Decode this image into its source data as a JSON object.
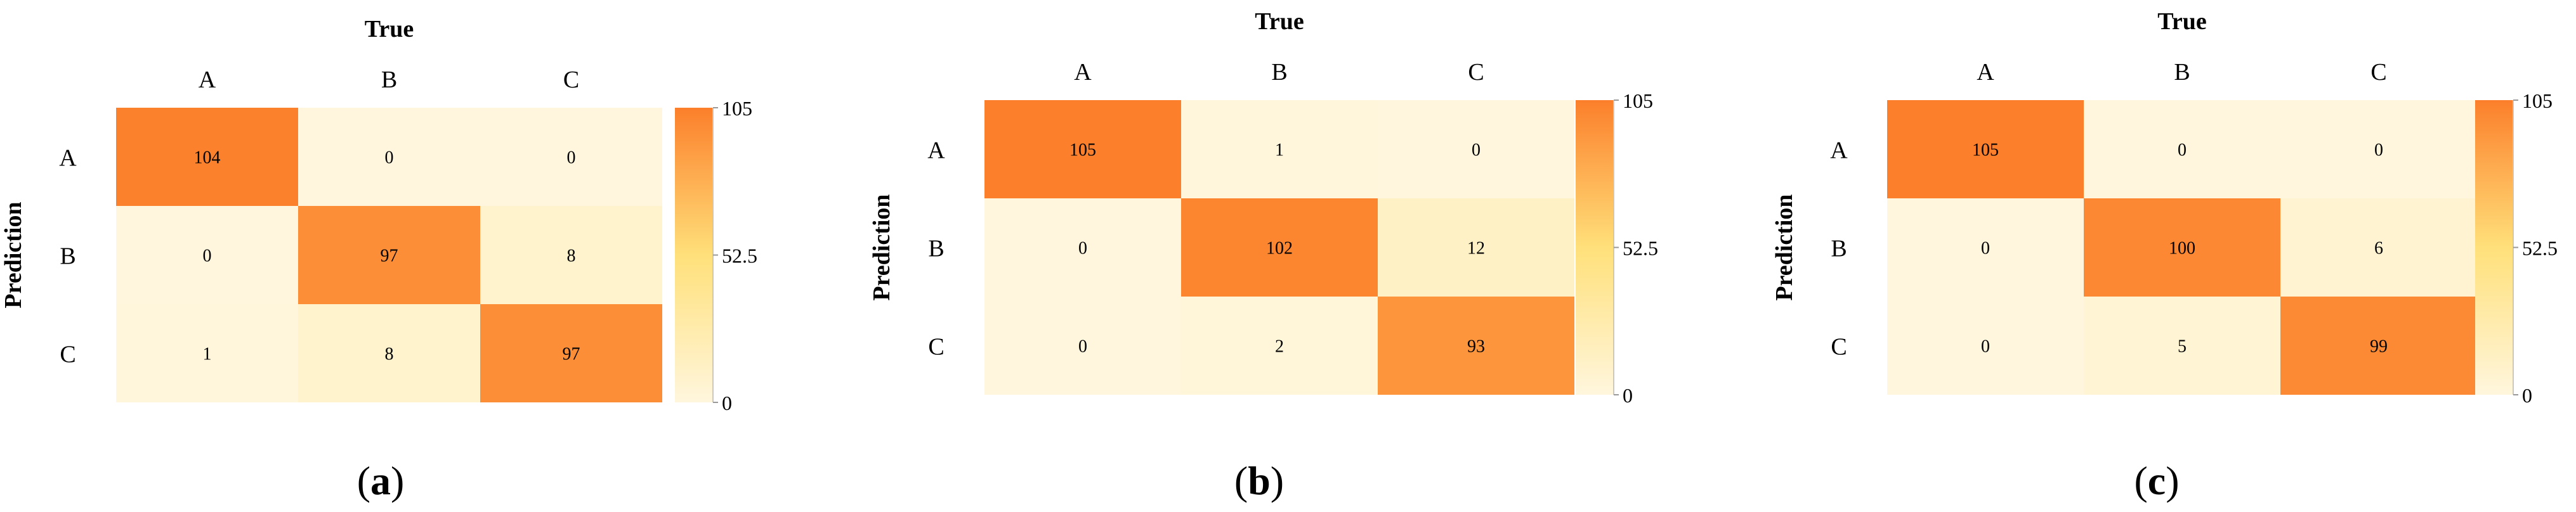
{
  "chart_data": [
    {
      "type": "heatmap",
      "panel_label": "a",
      "xlabel": "True",
      "ylabel": "Prediction",
      "x_categories": [
        "A",
        "B",
        "C"
      ],
      "y_categories": [
        "A",
        "B",
        "C"
      ],
      "values": [
        [
          104,
          0,
          0
        ],
        [
          0,
          97,
          8
        ],
        [
          1,
          8,
          97
        ]
      ],
      "colorbar": {
        "min": 0,
        "max": 105,
        "ticks": [
          "105",
          "52.5",
          "0"
        ]
      }
    },
    {
      "type": "heatmap",
      "panel_label": "b",
      "xlabel": "True",
      "ylabel": "Prediction",
      "x_categories": [
        "A",
        "B",
        "C"
      ],
      "y_categories": [
        "A",
        "B",
        "C"
      ],
      "values": [
        [
          105,
          1,
          0
        ],
        [
          0,
          102,
          12
        ],
        [
          0,
          2,
          93
        ]
      ],
      "colorbar": {
        "min": 0,
        "max": 105,
        "ticks": [
          "105",
          "52.5",
          "0"
        ]
      }
    },
    {
      "type": "heatmap",
      "panel_label": "c",
      "xlabel": "True",
      "ylabel": "Prediction",
      "x_categories": [
        "A",
        "B",
        "C"
      ],
      "y_categories": [
        "A",
        "B",
        "C"
      ],
      "values": [
        [
          105,
          0,
          0
        ],
        [
          0,
          100,
          6
        ],
        [
          0,
          5,
          99
        ]
      ],
      "colorbar": {
        "min": 0,
        "max": 105,
        "ticks": [
          "105",
          "52.5",
          "0"
        ]
      }
    }
  ],
  "colors": {
    "low": "#fff6dd",
    "mid": "#ffe07a",
    "high": "#fc7f2b"
  }
}
